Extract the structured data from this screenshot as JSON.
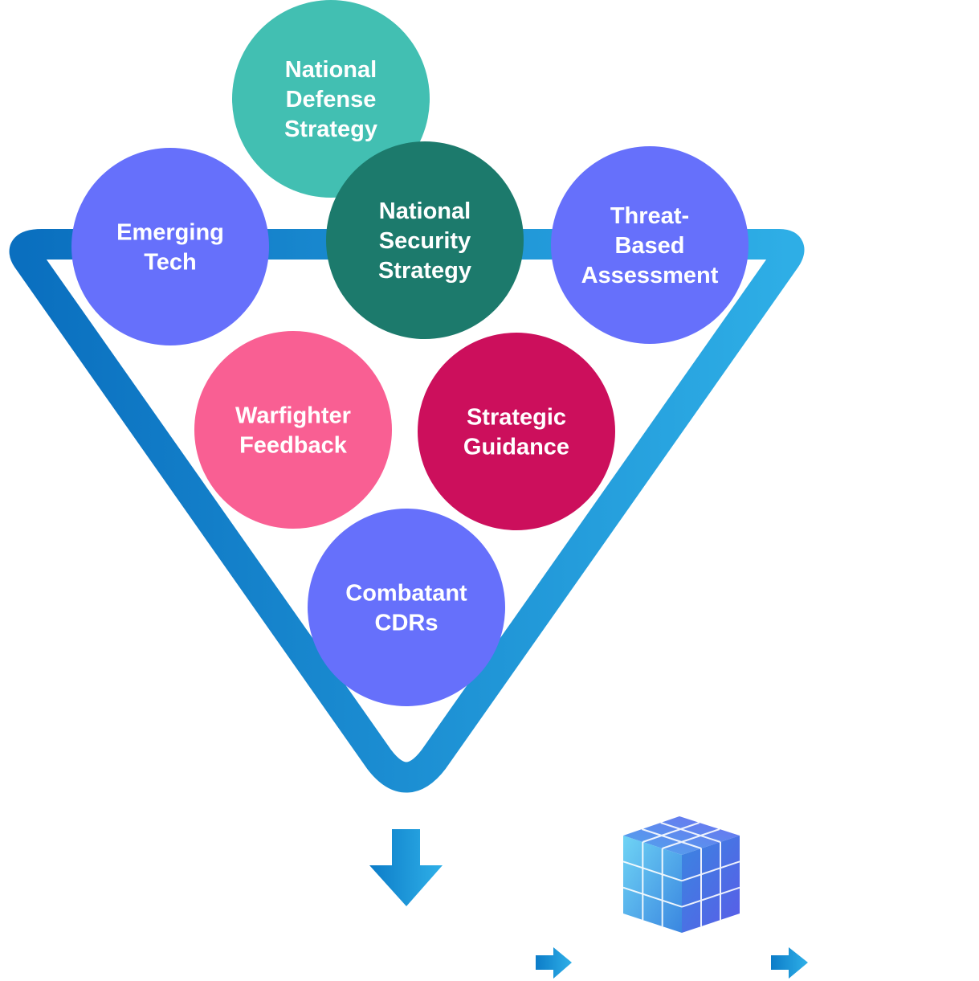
{
  "colors": {
    "funnel_gradient_start": "#0A6FBF",
    "funnel_gradient_end": "#2EAEE6",
    "arrow_gradient_start": "#0C7CC8",
    "arrow_gradient_end": "#2FB0E8",
    "cube_light": "#6FD4F5",
    "cube_mid": "#3A86E0",
    "cube_dark": "#5A5CE8",
    "label_text": "#FFFFFF"
  },
  "inputs": [
    {
      "id": "national-defense-strategy",
      "lines": [
        "National",
        "Defense",
        "Strategy"
      ],
      "color": "#42BFB2"
    },
    {
      "id": "emerging-tech",
      "lines": [
        "Emerging",
        "Tech"
      ],
      "color": "#6670FB"
    },
    {
      "id": "national-security-strategy",
      "lines": [
        "National",
        "Security",
        "Strategy"
      ],
      "color": "#1C7A6C"
    },
    {
      "id": "threat-based-assessment",
      "lines": [
        "Threat-",
        "Based",
        "Assessment"
      ],
      "color": "#6670FB"
    },
    {
      "id": "warfighter-feedback",
      "lines": [
        "Warfighter",
        "Feedback"
      ],
      "color": "#F95F93"
    },
    {
      "id": "strategic-guidance",
      "lines": [
        "Strategic",
        "Guidance"
      ],
      "color": "#CC0F5C"
    },
    {
      "id": "combatant-cdrs",
      "lines": [
        "Combatant",
        "CDRs"
      ],
      "color": "#6670FB"
    }
  ],
  "icons": {
    "down_arrow": "down-arrow-icon",
    "small_arrow_left": "right-arrow-icon",
    "cube": "cube-icon",
    "small_arrow_right": "right-arrow-icon"
  }
}
